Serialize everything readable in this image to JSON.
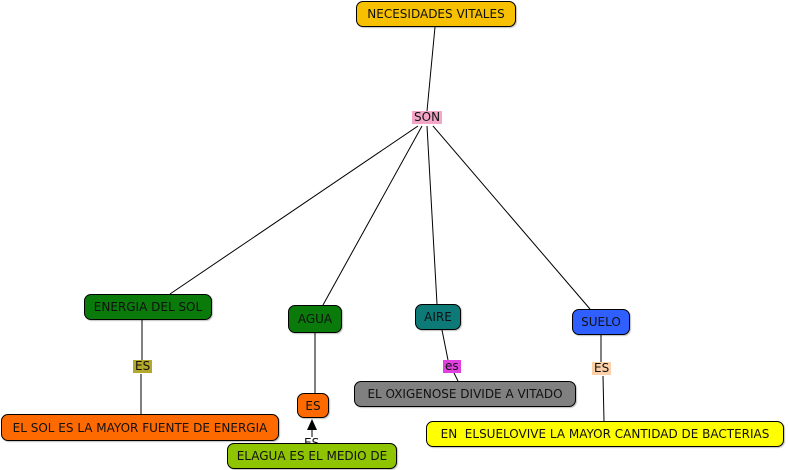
{
  "colors": {
    "line": "#000000",
    "background": "#ffffff"
  },
  "concepts": {
    "root": {
      "text": "NECESIDADES VITALES",
      "color": "#f7c000"
    },
    "energia": {
      "text": "ENERGIA DEL SOL",
      "color": "#0a7a0a"
    },
    "agua": {
      "text": "AGUA",
      "color": "#0a7a0a"
    },
    "aire": {
      "text": "AIRE",
      "color": "#0e7a78"
    },
    "suelo": {
      "text": "SUELO",
      "color": "#2f5fff"
    },
    "sol_fuente": {
      "text": "EL SOL ES LA MAYOR FUENTE DE ENERGIA",
      "color": "#ff6a00"
    },
    "es_agua": {
      "text": "ES",
      "color": "#ff6a00"
    },
    "agua_medio": {
      "text": "ELAGUA ES EL MEDIO DE",
      "color": "#8ec400"
    },
    "oxigeno": {
      "text": "EL OXIGENOSE DIVIDE A VITADO",
      "color": "#808080"
    },
    "suelo_bacterias": {
      "text": "EN  ELSUELOVIVE LA MAYOR CANTIDAD DE BACTERIAS",
      "color": "#ffff00"
    }
  },
  "linking_phrases": {
    "son": {
      "text": "SON",
      "color": "#f4a6c8"
    },
    "es_energia": {
      "text": "ES",
      "color": "#b3a82a"
    },
    "es_aire": {
      "text": "es",
      "color": "#e040e0"
    },
    "es_suelo": {
      "text": "ES",
      "color": "#fcd0a8"
    },
    "es_agua_bottom": {
      "text": "ES",
      "color": "#ffffff"
    }
  }
}
